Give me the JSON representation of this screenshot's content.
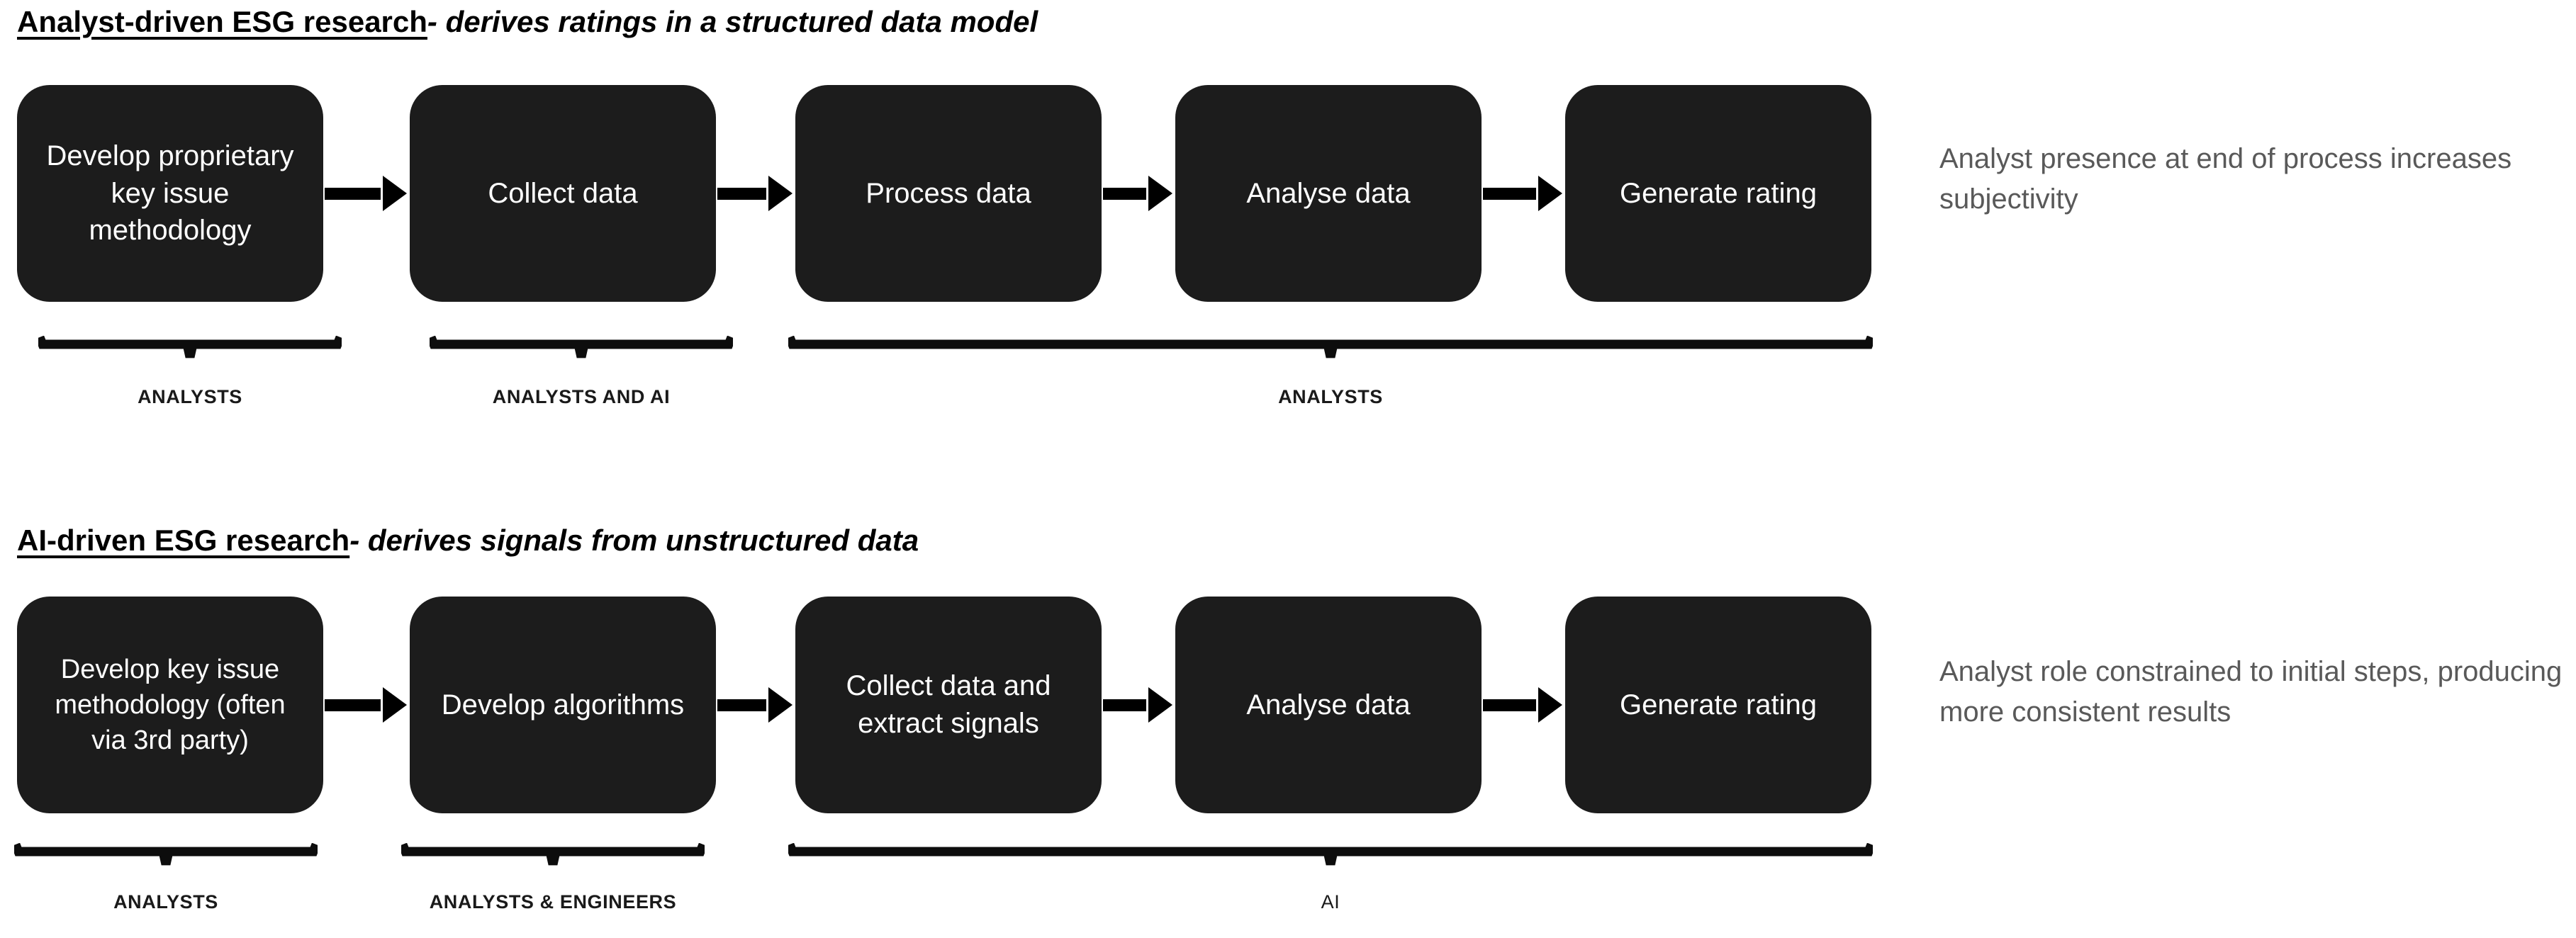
{
  "sections": [
    {
      "id": "analyst-driven",
      "heading_main": "Analyst-driven ESG research",
      "heading_sub": "- derives ratings in a structured data model",
      "steps": [
        {
          "label": "Develop proprietary key issue methodology"
        },
        {
          "label": "Collect data"
        },
        {
          "label": "Process data"
        },
        {
          "label": "Analyse data"
        },
        {
          "label": "Generate rating"
        }
      ],
      "groups": [
        {
          "label": "ANALYSTS",
          "weight": "bold"
        },
        {
          "label": "ANALYSTS AND AI",
          "weight": "bold"
        },
        {
          "label": "ANALYSTS",
          "weight": "bold"
        }
      ],
      "note": "Analyst presence at end of process increases subjectivity"
    },
    {
      "id": "ai-driven",
      "heading_main": "AI-driven ESG research",
      "heading_sub": "- derives signals from unstructured data",
      "steps": [
        {
          "label": "Develop key issue methodology (often via 3rd party)"
        },
        {
          "label": "Develop algorithms"
        },
        {
          "label": "Collect data and extract signals"
        },
        {
          "label": "Analyse data"
        },
        {
          "label": "Generate rating"
        }
      ],
      "groups": [
        {
          "label": "ANALYSTS",
          "weight": "bold"
        },
        {
          "label": "ANALYSTS & ENGINEERS",
          "weight": "bold"
        },
        {
          "label": "AI",
          "weight": "light"
        }
      ],
      "note": "Analyst role constrained to initial steps, producing more consistent results"
    }
  ],
  "colors": {
    "box_fill": "#1c1c1c",
    "box_text": "#ffffff",
    "note_text": "#595959",
    "line": "#000000",
    "background": "#ffffff"
  }
}
